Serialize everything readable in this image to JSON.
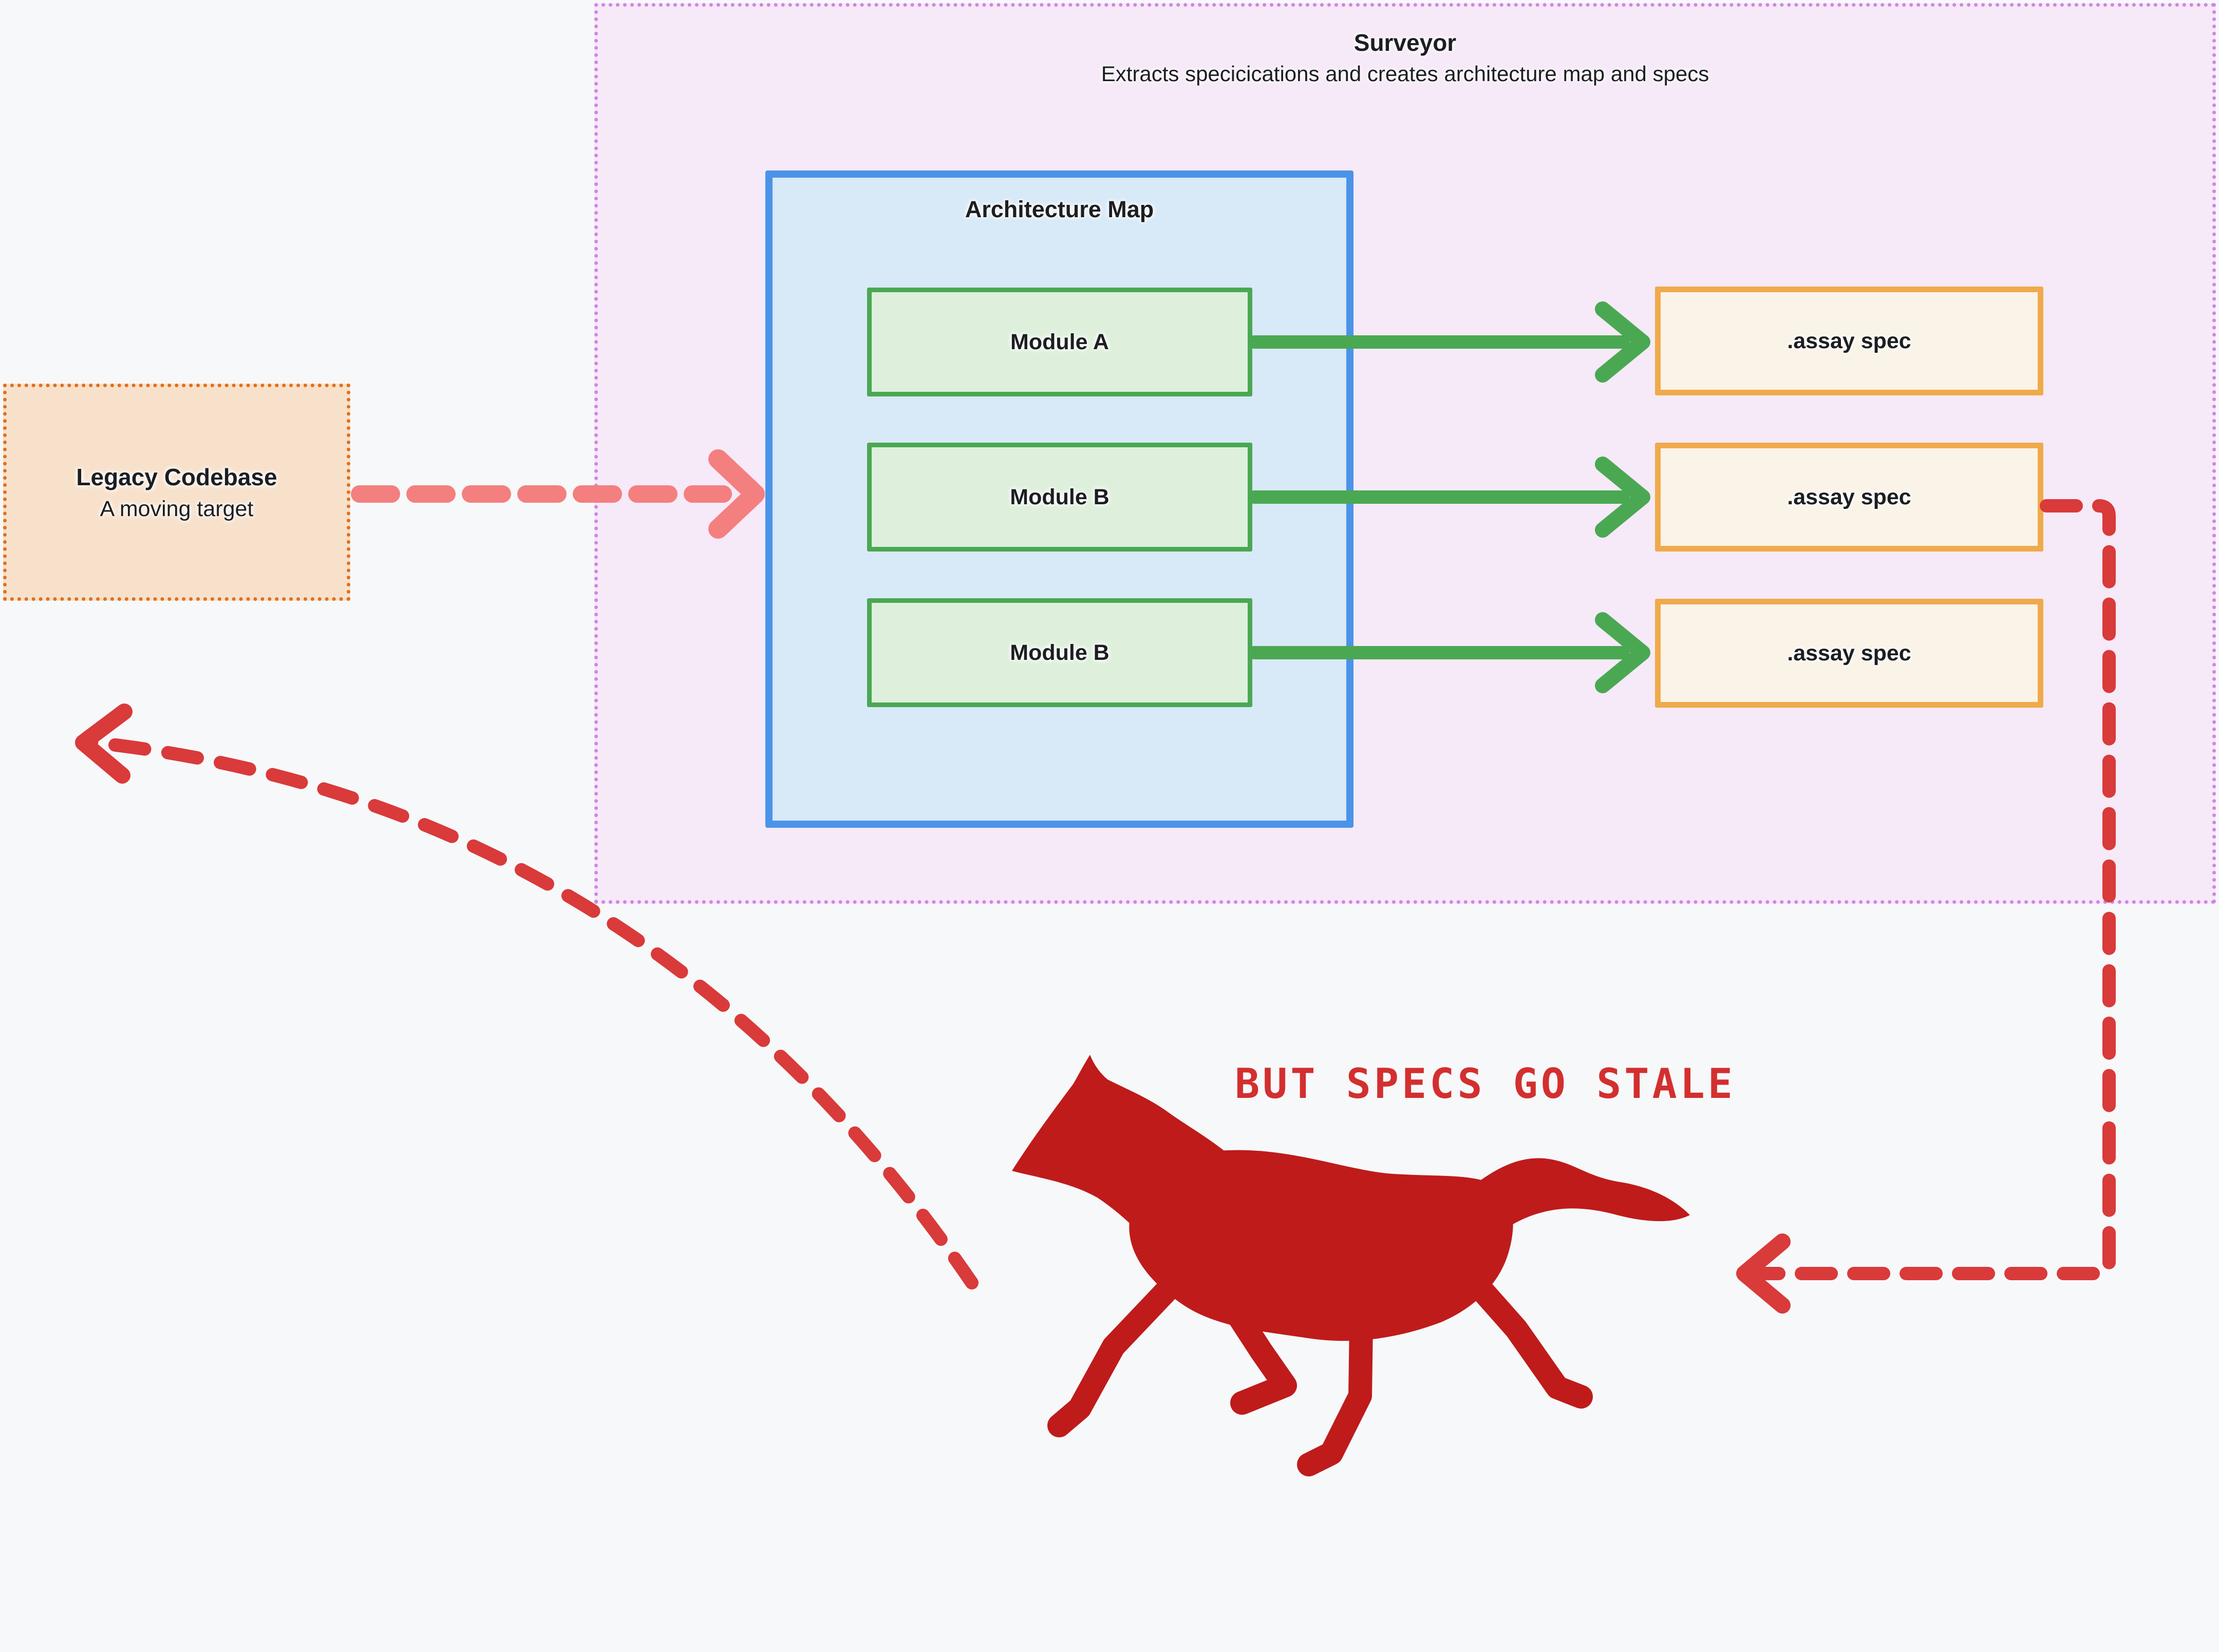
{
  "surveyor_panel": {
    "title": "Surveyor",
    "subtitle": "Extracts specicications and creates architecture map and specs"
  },
  "architecture_map": {
    "title": "Architecture Map",
    "modules": [
      {
        "label": "Module A"
      },
      {
        "label": "Module B"
      },
      {
        "label": "Module B"
      }
    ]
  },
  "spec_outputs": [
    {
      "label": ".assay spec"
    },
    {
      "label": ".assay spec"
    },
    {
      "label": ".assay spec"
    }
  ],
  "legacy_codebase": {
    "title": "Legacy Codebase",
    "subtitle": "A moving target"
  },
  "stale_banner": {
    "text": "BUT SPECS GO STALE"
  },
  "icons": {
    "horse": "galloping-horse-silhouette"
  },
  "colors": {
    "background": "#f7f8fa",
    "surveyor_fill": "#f6e9f8",
    "surveyor_border": "#d383e8",
    "archmap_fill": "#d8e9f7",
    "archmap_border": "#4b93e8",
    "module_fill": "#def0dc",
    "module_border": "#4aa852",
    "assay_fill": "#faf3e7",
    "assay_border": "#efaa4b",
    "legacy_fill": "#f8e1cb",
    "legacy_border": "#e0701d",
    "green_arrow": "#4aa852",
    "pink_arrow": "#f47f7f",
    "red_arrow": "#d93a3a",
    "horse_red": "#bf1b1b",
    "stale_text": "#d32f2f"
  }
}
